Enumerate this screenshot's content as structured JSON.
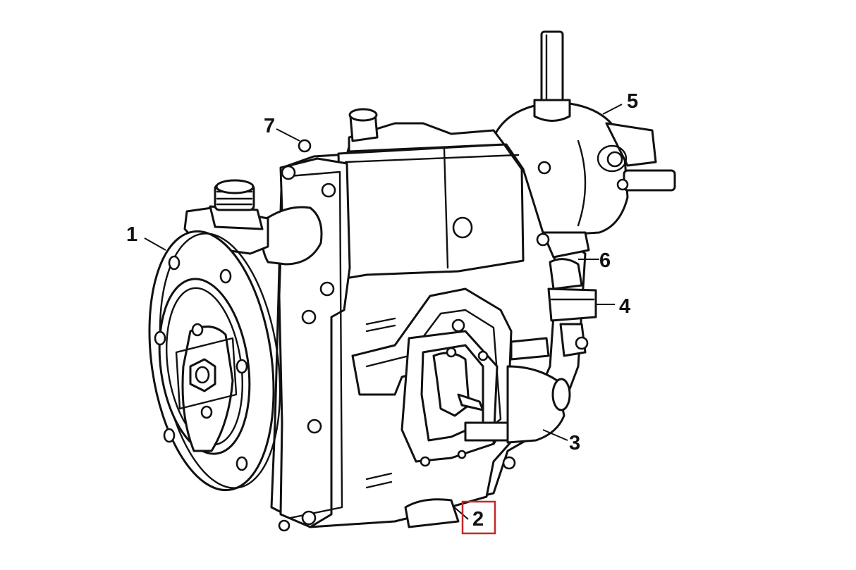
{
  "callouts": [
    {
      "id": "1",
      "label": "1"
    },
    {
      "id": "2",
      "label": "2",
      "highlighted": true
    },
    {
      "id": "3",
      "label": "3"
    },
    {
      "id": "4",
      "label": "4"
    },
    {
      "id": "5",
      "label": "5"
    },
    {
      "id": "6",
      "label": "6"
    },
    {
      "id": "7",
      "label": "7"
    }
  ],
  "colors": {
    "line": "#111111",
    "highlight": "#c62828",
    "background": "#ffffff"
  }
}
